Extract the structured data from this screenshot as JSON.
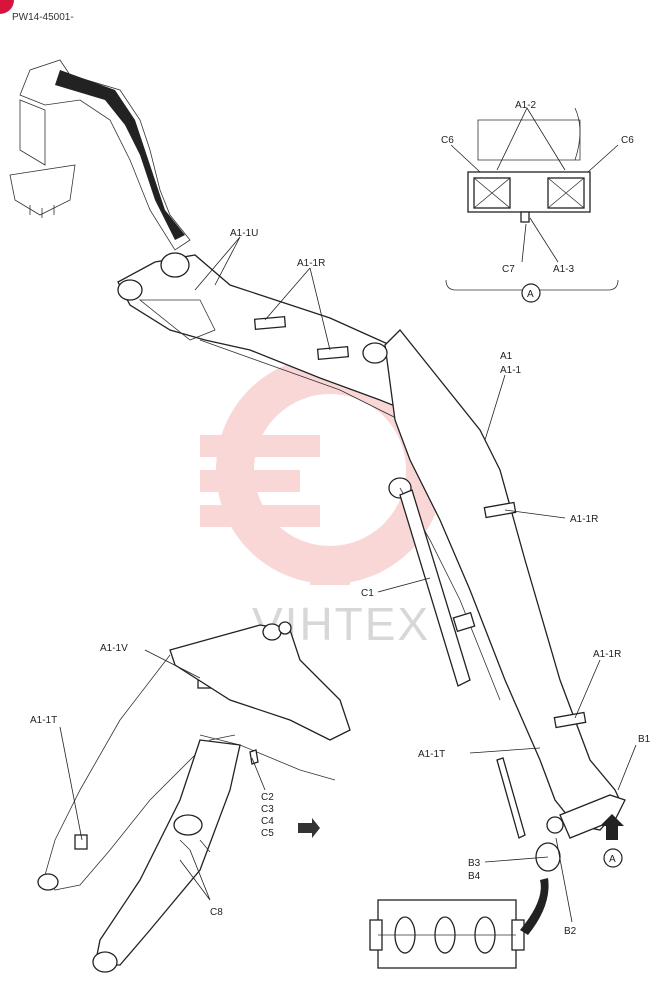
{
  "header": {
    "code": "PW14-45001-"
  },
  "watermark": {
    "text": "VIHTEX"
  },
  "view_marker": {
    "letter": "A"
  },
  "labels": {
    "a1_2": "A1-2",
    "c6_left": "C6",
    "c6_right": "C6",
    "c7": "C7",
    "a1_3": "A1-3",
    "a1_1u": "A1-1U",
    "a1_1r_top": "A1-1R",
    "a1": "A1",
    "a1_1": "A1-1",
    "a1_1r_mid": "A1-1R",
    "c1": "C1",
    "a1_v": "A1-1V",
    "a1_1r_low": "A1-1R",
    "a1_1t_left": "A1-1T",
    "a1_1t_right": "A1-1T",
    "b1": "B1",
    "c2": "C2",
    "c3": "C3",
    "c4": "C4",
    "c5": "C5",
    "c8": "C8",
    "b3": "B3",
    "b4": "B4",
    "b2": "B2"
  },
  "colors": {
    "corner_badge": "#d6143c",
    "watermark_logo": "#f2a7a7",
    "line": "#222222"
  }
}
